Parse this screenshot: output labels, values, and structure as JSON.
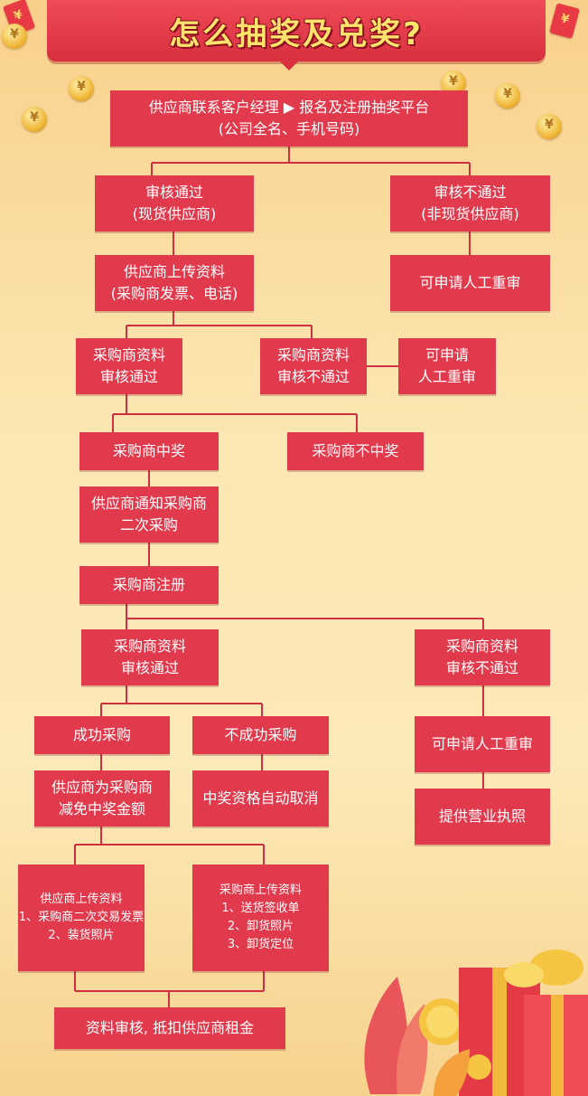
{
  "title": "怎么抽奖及兑奖?",
  "steps": {
    "contact": "供应商联系客户经理 ▶ 报名及注册抽奖平台\n(公司全名、手机号码)",
    "pass1": "审核通过\n(现货供应商)",
    "fail1": "审核不通过\n(非现货供应商)",
    "upload1": "供应商上传资料\n(采购商发票、电话)",
    "review1": "可申请人工重审",
    "buyer_pass": "采购商资料\n审核通过",
    "buyer_fail": "采购商资料\n审核不通过",
    "review2": "可申请\n人工重审",
    "win": "采购商中奖",
    "lose": "采购商不中奖",
    "notify": "供应商通知采购商\n二次采购",
    "register": "采购商注册",
    "buyer_pass2": "采购商资料\n审核通过",
    "buyer_fail2": "采购商资料\n审核不通过",
    "success": "成功采购",
    "nosuccess": "不成功采购",
    "review3": "可申请人工重审",
    "discount": "供应商为采购商\n减免中奖金额",
    "cancel": "中奖资格自动取消",
    "license": "提供营业执照",
    "supplier_upload": "供应商上传资料\n1、采购商二次交易发票\n2、装货照片",
    "buyer_upload": "采购商上传资料\n1、送货签收单\n2、卸货照片\n3、卸货定位",
    "final": "资料审核, 抵扣供应商租金"
  },
  "colors": {
    "box": "#e23a4d",
    "line": "#cf2f40",
    "title": "#ffe36b"
  }
}
